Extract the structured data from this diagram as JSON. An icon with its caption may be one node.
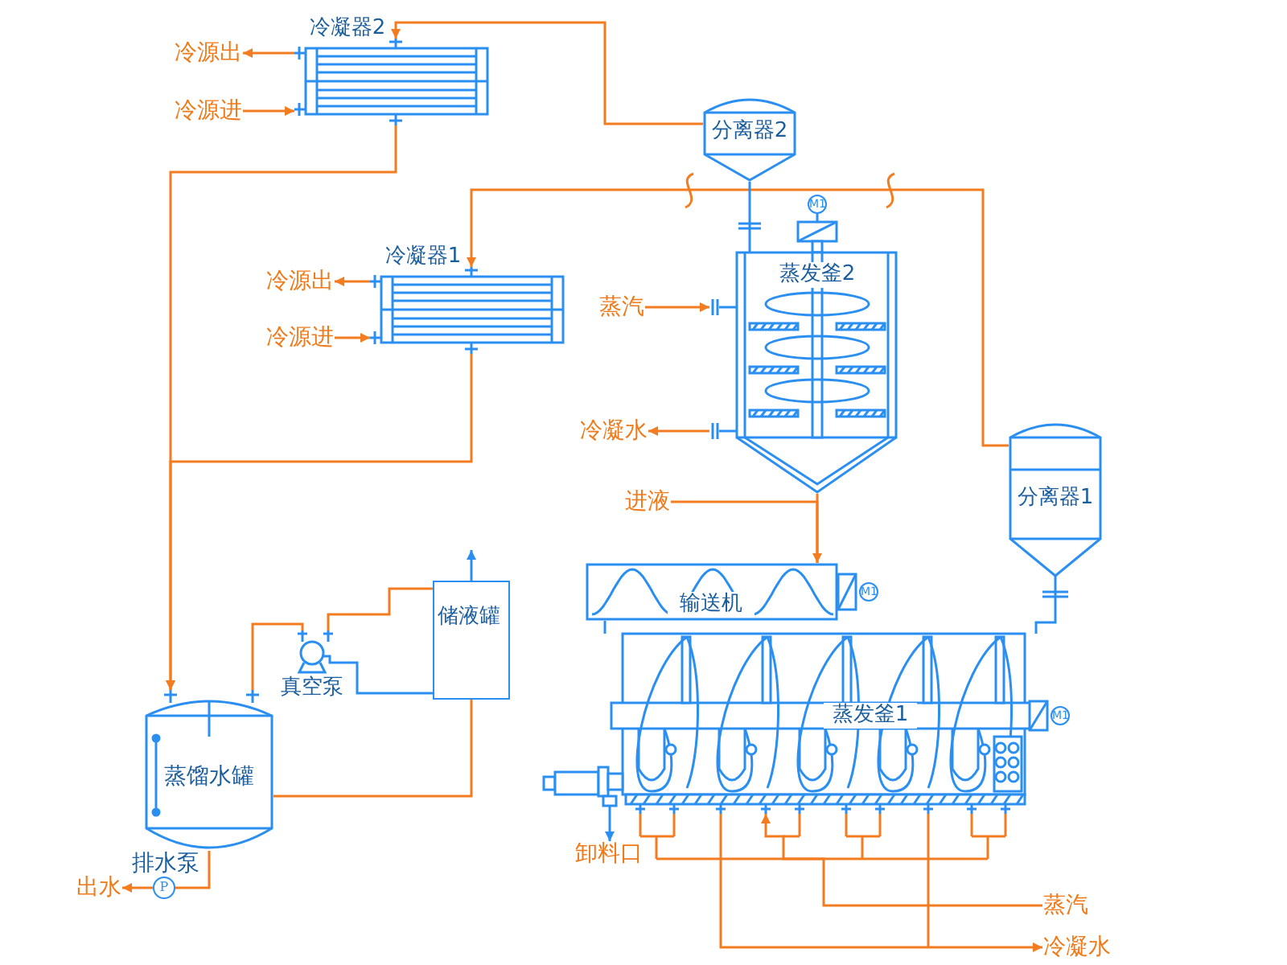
{
  "diagram": {
    "nodes": [
      {
        "text": [
          "冷凝器2"
        ]
      },
      {
        "text": [
          "冷源出"
        ]
      },
      {
        "text": [
          "冷源进"
        ]
      },
      {
        "text": [
          "分离器2"
        ]
      },
      {
        "text": [
          "M1"
        ]
      },
      {
        "text": [
          "冷凝器1"
        ]
      },
      {
        "text": [
          "冷源出"
        ]
      },
      {
        "text": [
          "冷源进"
        ]
      },
      {
        "text": [
          "蒸发釜2"
        ]
      },
      {
        "text": [
          "蒸汽"
        ]
      },
      {
        "text": [
          "冷凝水"
        ]
      },
      {
        "text": [
          "分离器1"
        ]
      },
      {
        "text": [
          "进液"
        ]
      },
      {
        "text": [
          "输送机"
        ]
      },
      {
        "text": [
          "M1"
        ]
      },
      {
        "text": [
          "蒸发釜1"
        ]
      },
      {
        "text": [
          "M1"
        ]
      },
      {
        "text": [
          "储液罐"
        ]
      },
      {
        "text": [
          "真空泵"
        ]
      },
      {
        "text": [
          "蒸馏水罐"
        ]
      },
      {
        "text": [
          "卸料口"
        ]
      },
      {
        "text": [
          "排水泵",
          "P"
        ]
      },
      {
        "text": [
          "出水"
        ]
      },
      {
        "text": [
          "蒸汽"
        ]
      },
      {
        "text": [
          "冷凝水"
        ]
      }
    ],
    "edges": [
      {
        "from": 3,
        "to": 0,
        "arrow": "to"
      },
      {
        "from": 0,
        "to": 1,
        "arrow": "to"
      },
      {
        "from": 2,
        "to": 0,
        "arrow": "to"
      },
      {
        "from": 0,
        "to": 19,
        "arrow": "to"
      },
      {
        "from": 11,
        "to": 5,
        "arrow": "to"
      },
      {
        "from": 5,
        "to": 19,
        "arrow": "to"
      },
      {
        "from": 5,
        "to": 6,
        "arrow": "to"
      },
      {
        "from": 7,
        "to": 5,
        "arrow": "to"
      },
      {
        "from": 8,
        "to": 3,
        "arrow": "none",
        "color": "#2a8ff0"
      },
      {
        "from": 9,
        "to": 8,
        "arrow": "to"
      },
      {
        "from": 8,
        "to": 10,
        "arrow": "to"
      },
      {
        "from": 12,
        "to": 13,
        "arrow": "to"
      },
      {
        "from": 8,
        "to": 13,
        "arrow": "none"
      },
      {
        "from": 13,
        "to": 15,
        "arrow": "none",
        "color": "#2a8ff0"
      },
      {
        "from": 11,
        "to": 15,
        "arrow": "none",
        "color": "#2a8ff0"
      },
      {
        "from": 15,
        "to": 20,
        "arrow": "to",
        "color": "#2a8ff0"
      },
      {
        "from": 23,
        "to": 15,
        "arrow": "to"
      },
      {
        "from": 15,
        "to": 24,
        "arrow": "to"
      },
      {
        "from": 17,
        "to": null,
        "arrow": "to",
        "color": "#2a8ff0"
      },
      {
        "from": 19,
        "to": 18,
        "arrow": "none"
      },
      {
        "from": 18,
        "to": 17,
        "arrow": "none"
      },
      {
        "from": 18,
        "to": 17,
        "arrow": "none",
        "color": "#2a8ff0"
      },
      {
        "from": 17,
        "to": 19,
        "arrow": "none"
      },
      {
        "from": 19,
        "to": 21,
        "arrow": "none"
      },
      {
        "from": 21,
        "to": 22,
        "arrow": "to"
      }
    ]
  }
}
